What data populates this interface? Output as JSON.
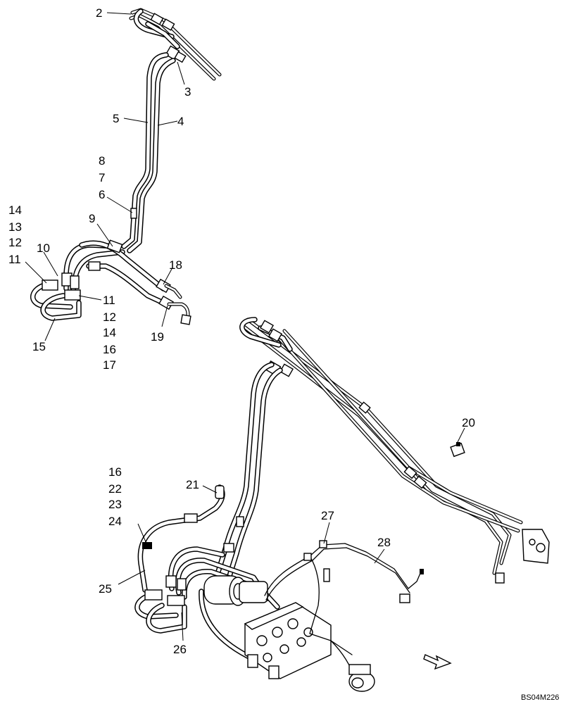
{
  "drawing_code": "BS04M226",
  "callouts": {
    "c2": "2",
    "c3": "3",
    "c5": "5",
    "c4": "4",
    "c8": "8",
    "c7": "7",
    "c6": "6",
    "c9": "9",
    "c14a": "14",
    "c13": "13",
    "c12a": "12",
    "c11a": "11",
    "c10": "10",
    "c11b": "11",
    "c12b": "12",
    "c14b": "14",
    "c16a": "16",
    "c17": "17",
    "c15": "15",
    "c18": "18",
    "c19": "19",
    "c20": "20",
    "c16b": "16",
    "c22": "22",
    "c23": "23",
    "c24": "24",
    "c21": "21",
    "c25": "25",
    "c26": "26",
    "c27": "27",
    "c28": "28"
  }
}
